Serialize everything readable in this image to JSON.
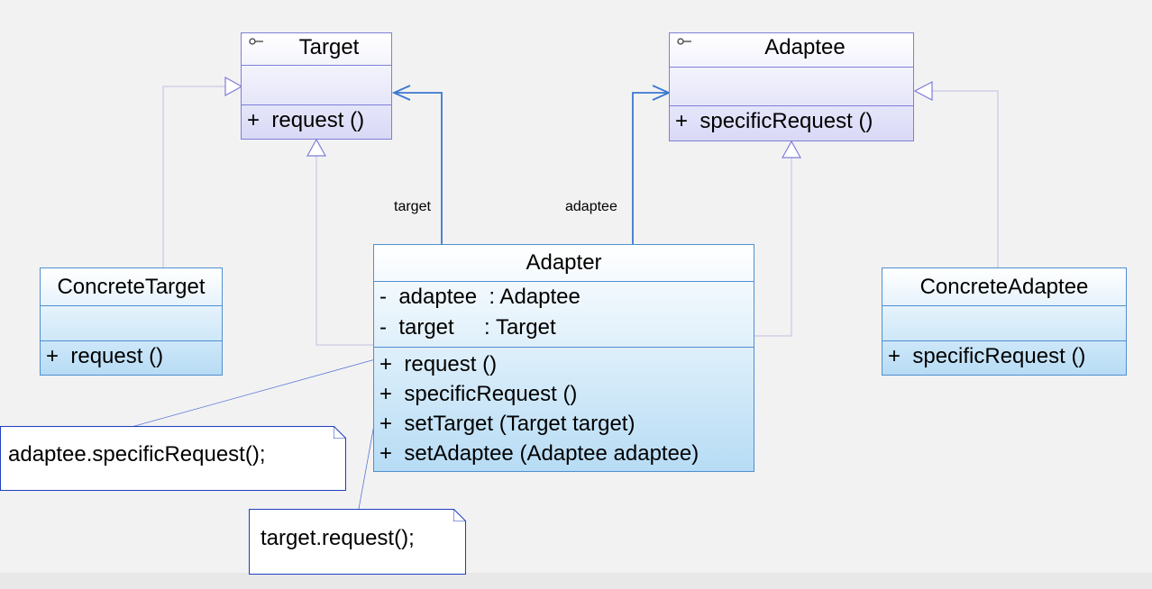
{
  "classes": {
    "target": {
      "name": "Target",
      "operations": [
        "+  request ()"
      ]
    },
    "adaptee": {
      "name": "Adaptee",
      "operations": [
        "+  specificRequest ()"
      ]
    },
    "adapter": {
      "name": "Adapter",
      "attributes": [
        "-  adaptee  : Adaptee",
        "-  target     : Target"
      ],
      "operations": [
        "+  request ()",
        "+  specificRequest ()",
        "+  setTarget (Target target)",
        "+  setAdaptee (Adaptee adaptee)"
      ]
    },
    "concrete_target": {
      "name": "ConcreteTarget",
      "operations": [
        "+  request ()"
      ]
    },
    "concrete_adaptee": {
      "name": "ConcreteAdaptee",
      "operations": [
        "+  specificRequest ()"
      ]
    }
  },
  "associations": {
    "target_role": "target",
    "adaptee_role": "adaptee"
  },
  "notes": {
    "adaptee_call": "adaptee.specificRequest();",
    "target_call": "target.request();"
  },
  "colors": {
    "interface_border": "#7e7ed8",
    "class_border": "#4f8fd1",
    "association_line": "#3a78d0",
    "note_border": "#1f3fbf"
  }
}
